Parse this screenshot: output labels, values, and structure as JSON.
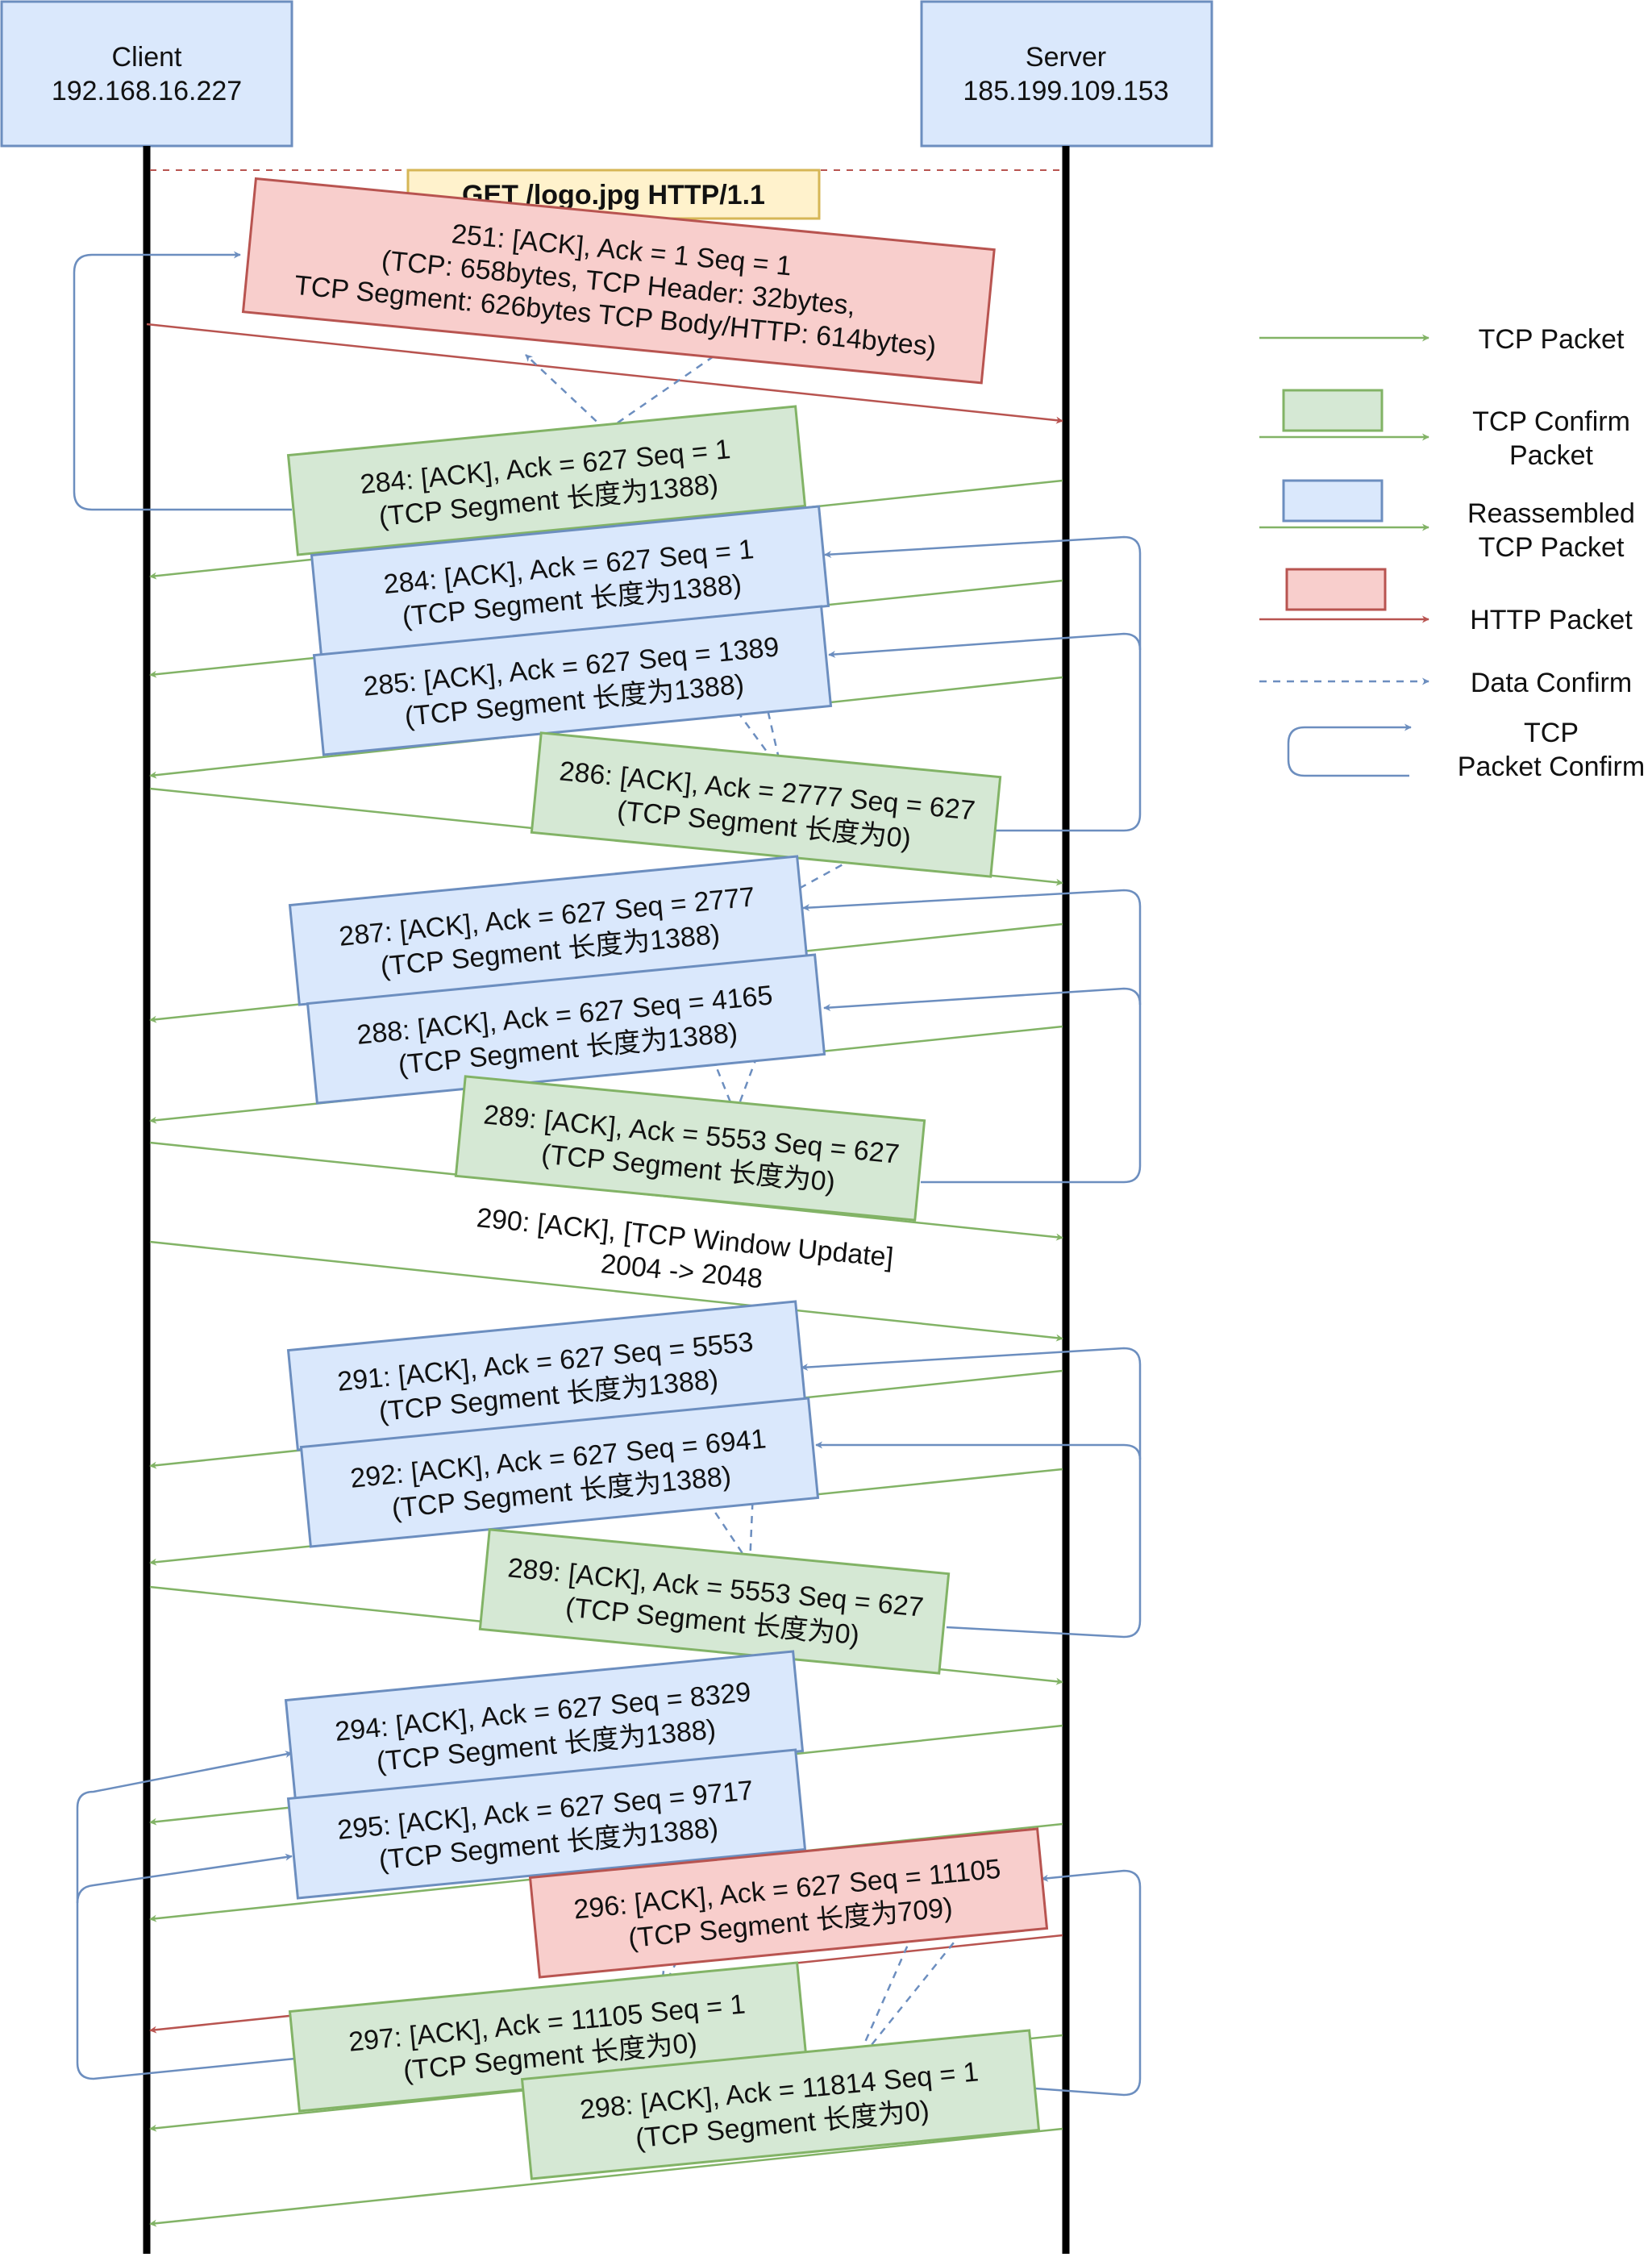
{
  "colors": {
    "tcp": "#82b366",
    "http": "#b85450",
    "reassembled": "#6c8ebf",
    "lifeline": "#000000",
    "green_fill": "#d5e8d4",
    "blue_fill": "#dae8fc",
    "red_fill": "#f8cecc",
    "yellow_fill": "#fff2cc",
    "yellow_stroke": "#d6b656"
  },
  "participants": {
    "client": {
      "name": "Client",
      "ip": "192.168.16.227"
    },
    "server": {
      "name": "Server",
      "ip": "185.199.109.153"
    }
  },
  "request_label": "GET /logo.jpg HTTP/1.1",
  "packets": [
    {
      "id": "p251",
      "color": "red",
      "lines": [
        "251: [ACK], Ack = 1 Seq = 1",
        "(TCP: 658bytes, TCP Header: 32bytes,",
        "TCP Segment: 626bytes TCP Body/HTTP: 614bytes)"
      ]
    },
    {
      "id": "p284a",
      "color": "green",
      "lines": [
        "284: [ACK], Ack = 627 Seq = 1",
        "(TCP Segment 长度为1388)"
      ]
    },
    {
      "id": "p284b",
      "color": "blue",
      "lines": [
        "284: [ACK], Ack = 627 Seq = 1",
        "(TCP Segment 长度为1388)"
      ]
    },
    {
      "id": "p285",
      "color": "blue",
      "lines": [
        "285: [ACK], Ack = 627 Seq = 1389",
        "(TCP Segment 长度为1388)"
      ]
    },
    {
      "id": "p286",
      "color": "green",
      "lines": [
        "286: [ACK], Ack = 2777 Seq = 627",
        "(TCP Segment 长度为0)"
      ]
    },
    {
      "id": "p287",
      "color": "blue",
      "lines": [
        "287: [ACK], Ack = 627 Seq = 2777",
        "(TCP Segment 长度为1388)"
      ]
    },
    {
      "id": "p288",
      "color": "blue",
      "lines": [
        "288: [ACK], Ack = 627 Seq = 4165",
        "(TCP Segment 长度为1388)"
      ]
    },
    {
      "id": "p289a",
      "color": "green",
      "lines": [
        "289: [ACK], Ack = 5553 Seq = 627",
        "(TCP Segment 长度为0)"
      ]
    },
    {
      "id": "p290",
      "color": "none",
      "lines": [
        "290: [ACK], [TCP Window Update]",
        "2004 -> 2048"
      ]
    },
    {
      "id": "p291",
      "color": "blue",
      "lines": [
        "291: [ACK], Ack = 627 Seq = 5553",
        "(TCP Segment 长度为1388)"
      ]
    },
    {
      "id": "p292",
      "color": "blue",
      "lines": [
        "292: [ACK], Ack = 627 Seq = 6941",
        "(TCP Segment 长度为1388)"
      ]
    },
    {
      "id": "p289b",
      "color": "green",
      "lines": [
        "289: [ACK], Ack = 5553 Seq = 627",
        "(TCP Segment 长度为0)"
      ]
    },
    {
      "id": "p294",
      "color": "blue",
      "lines": [
        "294: [ACK], Ack = 627 Seq = 8329",
        "(TCP Segment 长度为1388)"
      ]
    },
    {
      "id": "p295",
      "color": "blue",
      "lines": [
        "295: [ACK], Ack = 627 Seq = 9717",
        "(TCP Segment 长度为1388)"
      ]
    },
    {
      "id": "p296",
      "color": "red",
      "lines": [
        "296: [ACK], Ack = 627 Seq = 11105",
        "(TCP Segment 长度为709)"
      ]
    },
    {
      "id": "p297",
      "color": "green",
      "lines": [
        "297: [ACK], Ack = 11105 Seq = 1",
        "(TCP Segment 长度为0)"
      ]
    },
    {
      "id": "p298",
      "color": "green",
      "lines": [
        "298: [ACK], Ack = 11814 Seq = 1",
        "(TCP Segment 长度为0)"
      ]
    }
  ],
  "legend": [
    {
      "id": "tcp-packet",
      "lines": [
        "TCP Packet"
      ]
    },
    {
      "id": "tcp-confirm-packet",
      "lines": [
        "TCP Confirm",
        "Packet"
      ]
    },
    {
      "id": "reassembled-tcp-packet",
      "lines": [
        "Reassembled",
        "TCP Packet"
      ]
    },
    {
      "id": "http-packet",
      "lines": [
        "HTTP Packet"
      ]
    },
    {
      "id": "data-confirm",
      "lines": [
        "Data Confirm"
      ]
    },
    {
      "id": "tcp-packet-confirm",
      "lines": [
        "TCP",
        "Packet Confirm"
      ]
    }
  ]
}
